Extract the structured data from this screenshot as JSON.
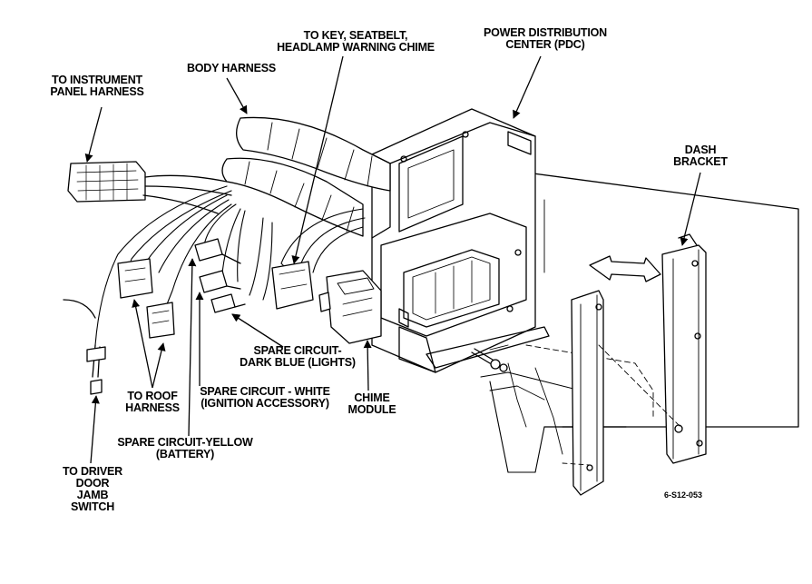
{
  "diagram": {
    "labels": {
      "instrument_panel": [
        "TO INSTRUMENT",
        "PANEL HARNESS"
      ],
      "body_harness": [
        "BODY HARNESS"
      ],
      "key_seatbelt": [
        "TO KEY, SEATBELT,",
        "HEADLAMP WARNING CHIME"
      ],
      "pdc": [
        "POWER DISTRIBUTION",
        "CENTER (PDC)"
      ],
      "dash_bracket": [
        "DASH",
        "BRACKET"
      ],
      "spare_blue": [
        "SPARE CIRCUIT-",
        "DARK BLUE (LIGHTS)"
      ],
      "spare_white": [
        "SPARE CIRCUIT - WHITE",
        "(IGNITION ACCESSORY)"
      ],
      "chime_module": [
        "CHIME",
        "MODULE"
      ],
      "roof_harness": [
        "TO ROOF",
        "HARNESS"
      ],
      "spare_yellow": [
        "SPARE CIRCUIT-YELLOW",
        "(BATTERY)"
      ],
      "driver_door": [
        "TO DRIVER",
        "DOOR",
        "JAMB",
        "SWITCH"
      ]
    },
    "figure_number": "6-S12-053",
    "line_color": "#000000",
    "background_color": "#ffffff"
  }
}
